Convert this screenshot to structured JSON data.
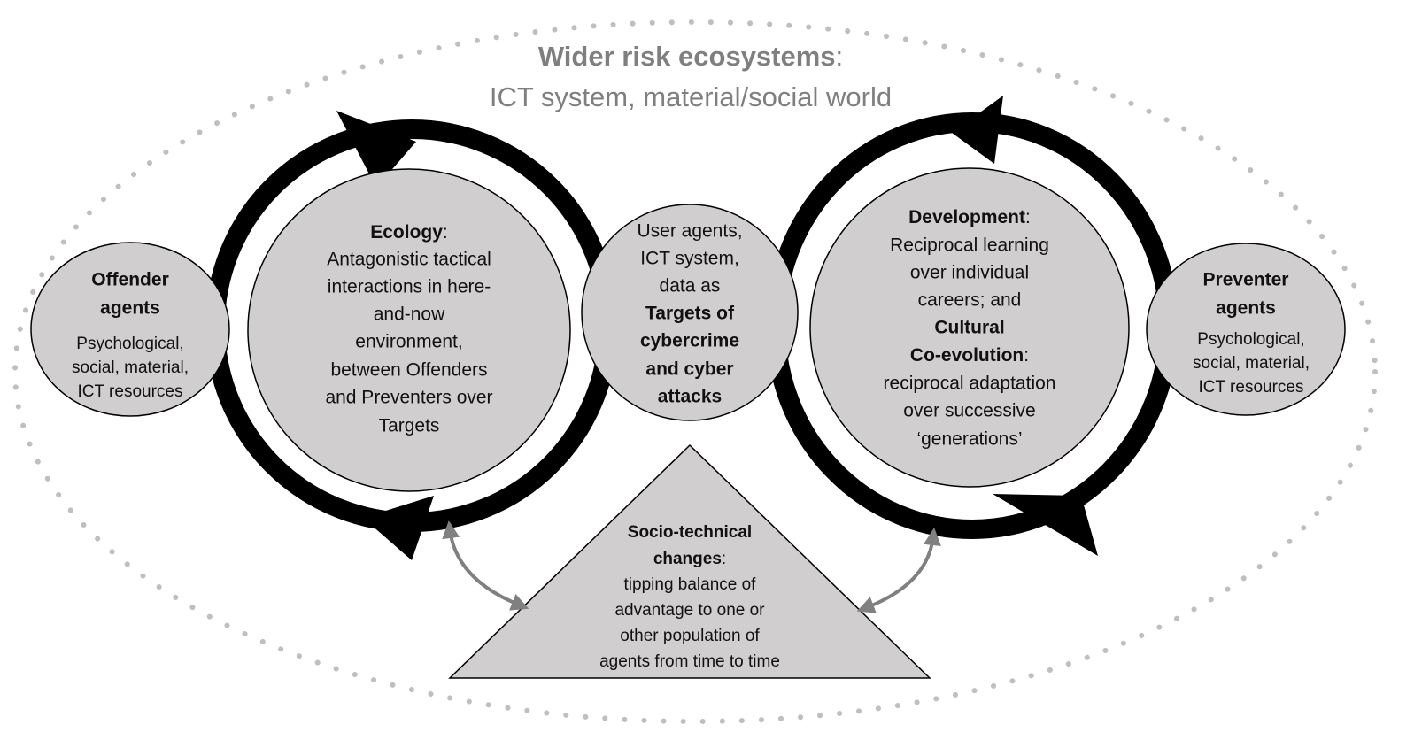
{
  "title": {
    "bold": "Wider risk ecosystems",
    "colon": ":",
    "subtitle": "ICT system, material/social world"
  },
  "offender": {
    "title1": "Offender",
    "title2": "agents",
    "lines": [
      "Psychological,",
      "social, material,",
      "ICT resources"
    ]
  },
  "ecology": {
    "heading": "Ecology",
    "colon": ":",
    "lines": [
      "Antagonistic tactical",
      "interactions in here-",
      "and-now",
      "environment,",
      "between Offenders",
      "and Preventers over",
      "Targets"
    ]
  },
  "targets": {
    "lines": [
      "User agents,",
      "ICT system,",
      "data as"
    ],
    "bold_lines": [
      "Targets of",
      "cybercrime",
      "and cyber",
      "attacks"
    ]
  },
  "development": {
    "heading": "Development",
    "colon": ":",
    "lines": [
      "Reciprocal learning",
      "over individual",
      "careers; and"
    ],
    "heading2": "Cultural",
    "heading3": "Co-evolution",
    "colon2": ":",
    "lines2": [
      "reciprocal adaptation",
      "over successive",
      "‘generations’"
    ]
  },
  "preventer": {
    "title1": "Preventer",
    "title2": "agents",
    "lines": [
      "Psychological,",
      "social, material,",
      "ICT resources"
    ]
  },
  "socio": {
    "heading1": "Socio-technical",
    "heading2": "changes",
    "colon": ":",
    "lines": [
      "tipping balance of",
      "advantage to one or",
      "other population of",
      "agents from time to time"
    ]
  },
  "colors": {
    "node_fill": "#d0cece",
    "loop": "#000000",
    "link_arrow": "#808080",
    "boundary_dots": "#bfbfbf",
    "title": "#7f7f7f"
  }
}
